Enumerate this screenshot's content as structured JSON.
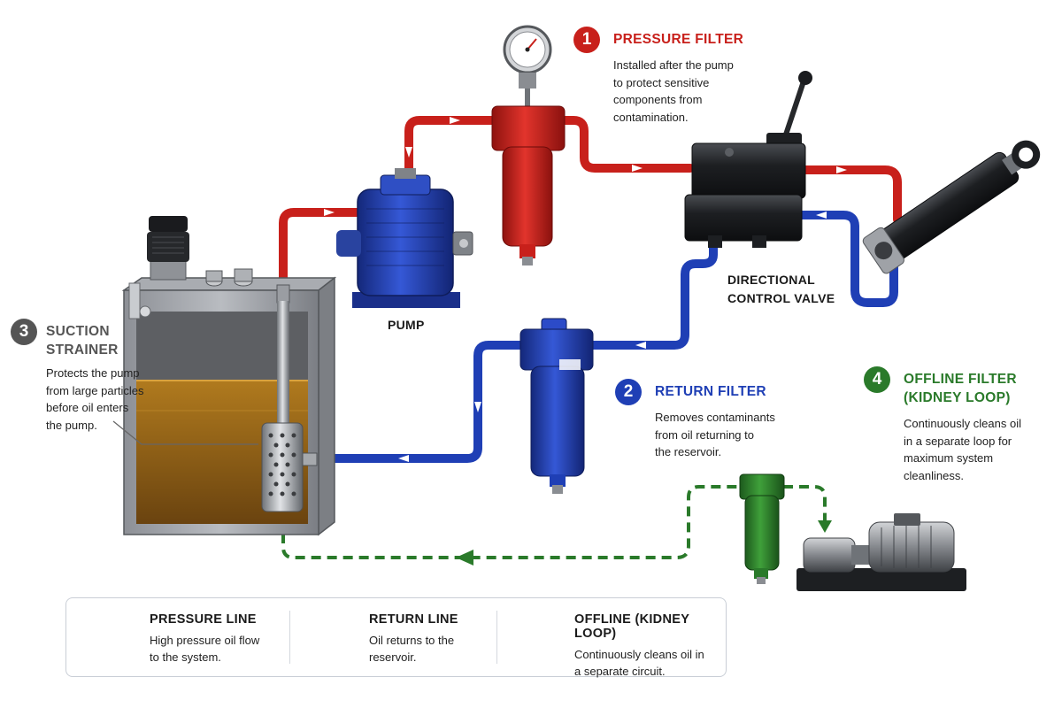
{
  "colors": {
    "pressure": "#c8201b",
    "return": "#1f3fb5",
    "offline": "#2a7a2a",
    "badge_suction": "#555555"
  },
  "callouts": {
    "pressure_filter": {
      "number": "1",
      "title": "PRESSURE FILTER",
      "description": [
        "Installed after the pump",
        "to protect sensitive",
        "components from",
        "contamination."
      ]
    },
    "return_filter": {
      "number": "2",
      "title": "RETURN FILTER",
      "description": [
        "Removes contaminants",
        "from oil returning to",
        "the reservoir."
      ]
    },
    "suction_strainer": {
      "number": "3",
      "title": [
        "SUCTION",
        "STRAINER"
      ],
      "description": [
        "Protects the pump",
        "from large particles",
        "before oil enters",
        "the pump."
      ]
    },
    "offline_filter": {
      "number": "4",
      "title": [
        "OFFLINE FILTER",
        "(KIDNEY LOOP)"
      ],
      "description": [
        "Continuously cleans oil",
        "in a separate loop for",
        "maximum system",
        "cleanliness."
      ]
    }
  },
  "components": {
    "pump": "PUMP",
    "directional_valve": [
      "DIRECTIONAL",
      "CONTROL VALVE"
    ]
  },
  "legend": {
    "pressure": {
      "title": "PRESSURE LINE",
      "description": [
        "High pressure oil flow",
        "to the system."
      ]
    },
    "return": {
      "title": "RETURN LINE",
      "description": [
        "Oil returns to the",
        "reservoir."
      ]
    },
    "offline": {
      "title": "OFFLINE (KIDNEY LOOP)",
      "description": [
        "Continuously cleans oil in",
        "a separate circuit."
      ]
    }
  }
}
